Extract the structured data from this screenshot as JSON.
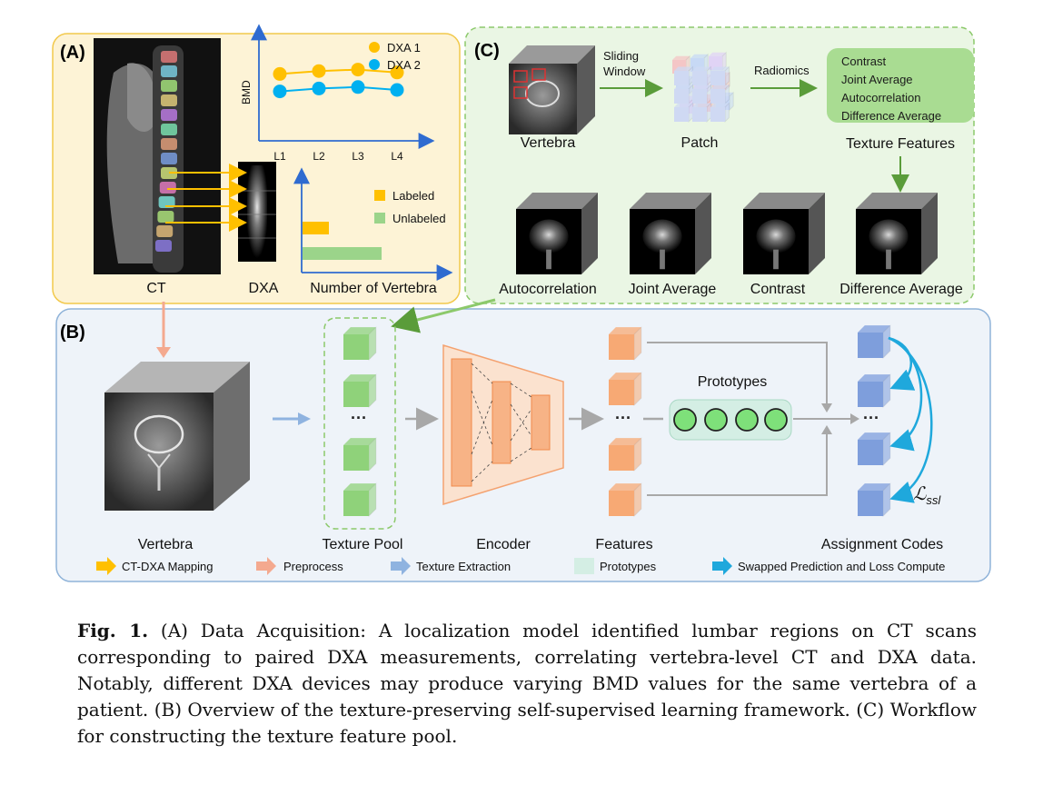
{
  "panel_a": {
    "label": "(A)",
    "ct_label": "CT",
    "dxa_label": "DXA",
    "bmd_axis": "BMD",
    "legend_dxa1": "DXA 1",
    "legend_dxa2": "DXA 2",
    "x_ticks": [
      "L1",
      "L2",
      "L3",
      "L4"
    ],
    "legend_labeled": "Labeled",
    "legend_unlabeled": "Unlabeled",
    "count_axis": "Number of Vertebra"
  },
  "panel_b": {
    "label": "(B)",
    "vertebra_label": "Vertebra",
    "texture_pool_label": "Texture Pool",
    "encoder_label": "Encoder",
    "features_label": "Features",
    "prototypes_label": "Prototypes",
    "assignment_label": "Assignment Codes",
    "ellipsis": "···",
    "loss_main": "ℒ",
    "loss_sub": "ssl"
  },
  "panel_c": {
    "label": "(C)",
    "sliding_window_line1": "Sliding",
    "sliding_window_line2": "Window",
    "radiomics_label": "Radiomics",
    "vertebra_label": "Vertebra",
    "patch_label": "Patch",
    "texture_features_label": "Texture Features",
    "feature_list": [
      "Contrast",
      "Joint Average",
      "Autocorrelation",
      "Difference Average"
    ],
    "maps": [
      "Autocorrelation",
      "Joint Average",
      "Contrast",
      "Difference Average"
    ]
  },
  "legend": {
    "ct_dxa_mapping": "CT-DXA Mapping",
    "preprocess": "Preprocess",
    "texture_extraction": "Texture Extraction",
    "prototypes": "Prototypes",
    "swapped": "Swapped Prediction and Loss Compute"
  },
  "colors": {
    "panel_a_bg": "#fdf3d6",
    "panel_a_border": "#f2c94c",
    "panel_b_bg": "#eef3f9",
    "panel_b_border": "#8fb3d9",
    "panel_c_bg": "#eaf6e4",
    "panel_c_border": "#8cc96b",
    "dxa1": "#ffc000",
    "dxa2": "#00b0f0",
    "labeled": "#ffc000",
    "unlabeled": "#9bd48a",
    "axis": "#2f6bd0",
    "mapping_arrow": "#ffc000",
    "preprocess_arrow": "#f4a98f",
    "texture_arrow": "#8fb3e0",
    "prototype_fill": "#d4eee4",
    "swap_arrow": "#1fa8dc",
    "cube_green": "#8fd27a",
    "cube_orange": "#f7a974",
    "cube_blue": "#7e9edc"
  },
  "chart_data": [
    {
      "type": "line",
      "categories": [
        "L1",
        "L2",
        "L3",
        "L4"
      ],
      "ylabel": "BMD",
      "series": [
        {
          "name": "DXA 1",
          "values": [
            0.92,
            0.96,
            0.98,
            0.94
          ]
        },
        {
          "name": "DXA 2",
          "values": [
            0.68,
            0.72,
            0.74,
            0.7
          ]
        }
      ],
      "ylim": [
        0,
        1.5
      ],
      "legend": "top-right"
    },
    {
      "type": "bar",
      "orientation": "horizontal",
      "categories": [
        "Labeled",
        "Unlabeled"
      ],
      "values": [
        0.2,
        0.6
      ],
      "xlabel": "Number of Vertebra",
      "legend": "top-right"
    }
  ],
  "caption": {
    "bold": "Fig. 1.",
    "text": " (A) Data Acquisition: A localization model identified lumbar regions on CT scans corresponding to paired DXA measurements, correlating vertebra-level CT and DXA data. Notably, different DXA devices may produce varying BMD values for the same vertebra of a patient. (B) Overview of the texture-preserving self-supervised learning framework. (C) Workflow for constructing the texture feature pool."
  }
}
